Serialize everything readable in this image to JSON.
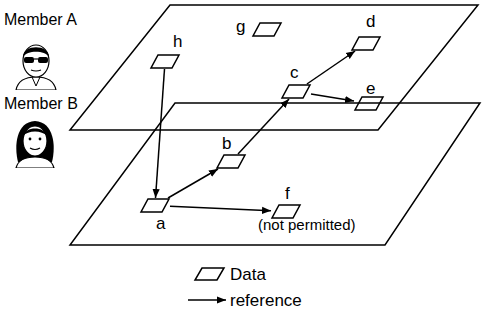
{
  "diagram": {
    "nodes": [
      {
        "text": [
          "Member A"
        ]
      },
      {
        "text": [
          "h"
        ],
        "in": 0
      },
      {
        "text": [
          "g"
        ],
        "in": 0
      },
      {
        "text": [
          "c"
        ],
        "in": 0
      },
      {
        "text": [
          "d"
        ],
        "in": 0
      },
      {
        "text": [
          "e"
        ],
        "in": 0
      },
      {
        "text": [
          "Member B"
        ]
      },
      {
        "text": [
          "b"
        ],
        "in": 6
      },
      {
        "text": [
          "a"
        ],
        "in": 6
      },
      {
        "text": [
          "f"
        ],
        "in": 6
      }
    ],
    "edges": [
      {
        "from": 1,
        "to": 8,
        "arrow": "to"
      },
      {
        "from": 8,
        "to": 7,
        "arrow": "to"
      },
      {
        "from": 7,
        "to": 3,
        "arrow": "to"
      },
      {
        "from": 3,
        "to": 4,
        "arrow": "to"
      },
      {
        "from": 3,
        "to": 5,
        "arrow": "to"
      },
      {
        "from": 8,
        "to": 9,
        "arrow": "to"
      }
    ],
    "labels": [
      "(not permitted)"
    ],
    "legend": [
      {
        "text": "Data"
      },
      {
        "text": "reference"
      }
    ]
  }
}
